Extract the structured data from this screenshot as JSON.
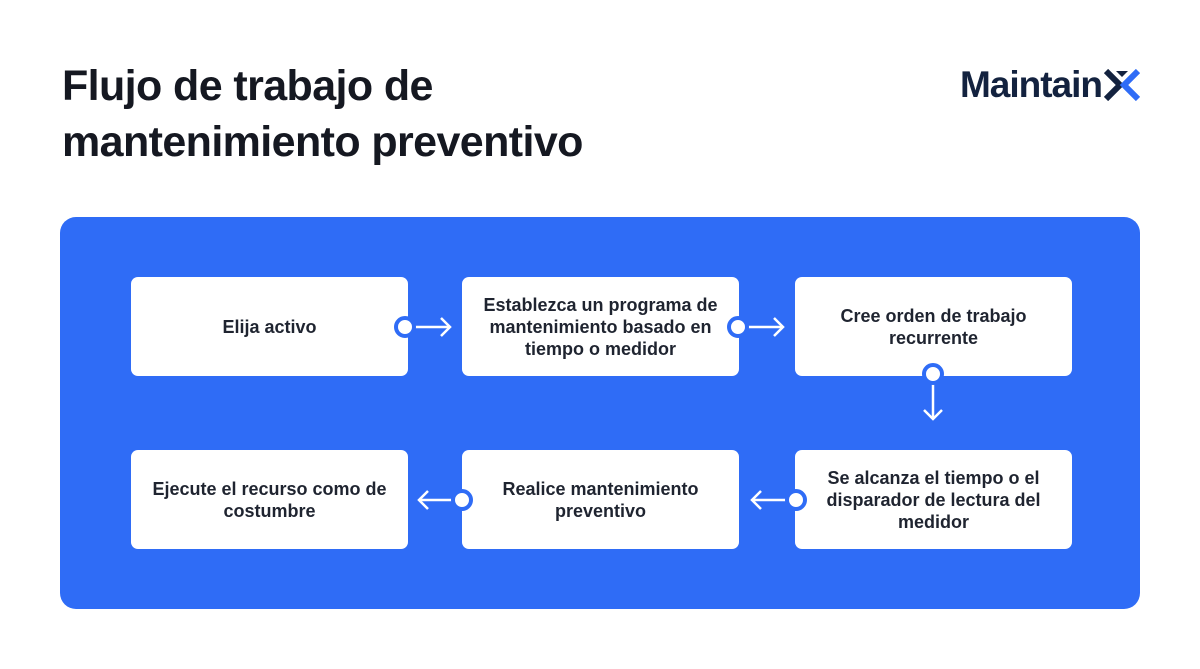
{
  "title": {
    "line1": "Flujo de trabajo de",
    "line2": "mantenimiento preventivo"
  },
  "brand": {
    "name": "Maintain",
    "mark_icon": "x-logo-icon"
  },
  "colors": {
    "panel": "#2f6cf6",
    "brand_text": "#13223f",
    "connector": "#ffffff"
  },
  "steps": [
    {
      "label": "Elija activo"
    },
    {
      "label": "Establezca un programa de mantenimiento basado en tiempo o medidor"
    },
    {
      "label": "Cree orden de trabajo recurrente"
    },
    {
      "label": "Se alcanza el tiempo o el disparador de lectura del medidor"
    },
    {
      "label": "Realice mantenimiento preventivo"
    },
    {
      "label": "Ejecute el recurso como de costumbre"
    }
  ]
}
